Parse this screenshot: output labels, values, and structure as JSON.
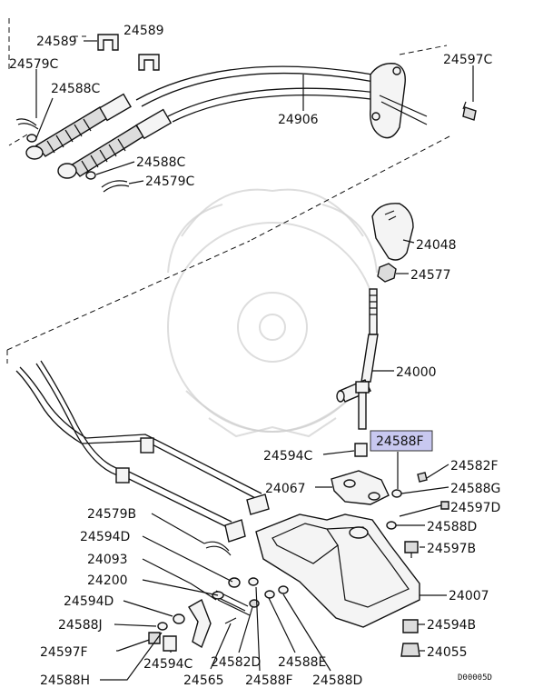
{
  "highlight_color": "#c8c8f0",
  "diagram_code": "D00005D",
  "labels": {
    "l24589_left": "24589",
    "l24589_right": "24589",
    "l24579c_top": "24579C",
    "l24588c_top": "24588C",
    "l24906": "24906",
    "l24597c_top": "24597C",
    "l24588c_mid": "24588C",
    "l24579c_mid": "24579C",
    "l24048": "24048",
    "l24577": "24577",
    "l24000": "24000",
    "l24588f_hl": "24588F",
    "l24594c_mid": "24594C",
    "l24582f": "24582F",
    "l24067": "24067",
    "l24588g": "24588G",
    "l24597d": "24597D",
    "l24579b": "24579B",
    "l24588d_mid": "24588D",
    "l24594d_a": "24594D",
    "l24597b": "24597B",
    "l24093": "24093",
    "l24200": "24200",
    "l24007": "24007",
    "l24594d_b": "24594D",
    "l24588j": "24588J",
    "l24594b": "24594B",
    "l24597f": "24597F",
    "l24594c_bot": "24594C",
    "l24055": "24055",
    "l24588h": "24588H",
    "l24565": "24565",
    "l24582d": "24582D",
    "l24588f_bot": "24588F",
    "l24588e": "24588E",
    "l24588d_bot": "24588D"
  }
}
